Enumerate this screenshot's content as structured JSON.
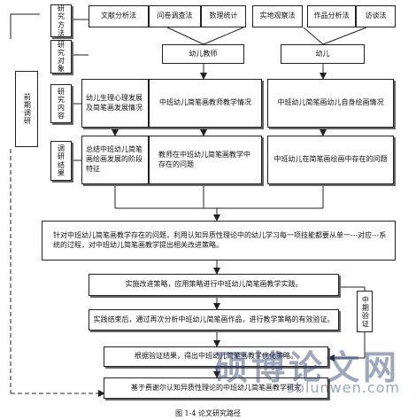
{
  "left_label": "前期调研",
  "categories": {
    "methods": "研究方法",
    "objects": "研究对象",
    "content": "研究内容",
    "results": "调研结果"
  },
  "methods": {
    "m1": "文献分析法",
    "m2": "问卷调查法",
    "m3": "数理统计",
    "m4": "实地观察法",
    "m5": "作品分析法",
    "m6": "访谈法"
  },
  "objects": {
    "teacher": "幼儿教师",
    "child": "幼儿"
  },
  "content": {
    "c1": "幼儿生理心理发展及简笔画发展情况",
    "c2": "中班幼儿简笔画教师教学情况",
    "c3": "中班幼儿简笔画幼儿自身绘画情况"
  },
  "results": {
    "r1": "总结中班幼儿简笔画绘画发展的阶段特征",
    "r2": "教师在中班幼儿简笔画教学中存在的问题",
    "r3": "中班幼儿在简笔画绘画中存在的问题"
  },
  "steps": {
    "s0": "针对中班幼儿简笔画教学存在的问题，利用认知异质性理论中的幼儿学习每一项技能都要从单一---对应---系统的过程，对中班幼儿简笔画教学提出相关改进策略。",
    "s1": "实施改进策略，应用策略进行中班幼儿简笔画教学实践。",
    "s2": "实践结束后，通过再次分析中班幼儿简笔画作品，进行教学策略的有效验证。",
    "s3": "根据验证结果，得出中班幼儿简笔画教学优化策略。",
    "s4": "基于费谢尔认知异质性理论的中班幼儿简笔画教学研究"
  },
  "mid_label": "中期验证",
  "caption": "图 1-4  论文研究路径",
  "watermark": {
    "main": "硕博论文网",
    "url": "sblunwen.com"
  }
}
